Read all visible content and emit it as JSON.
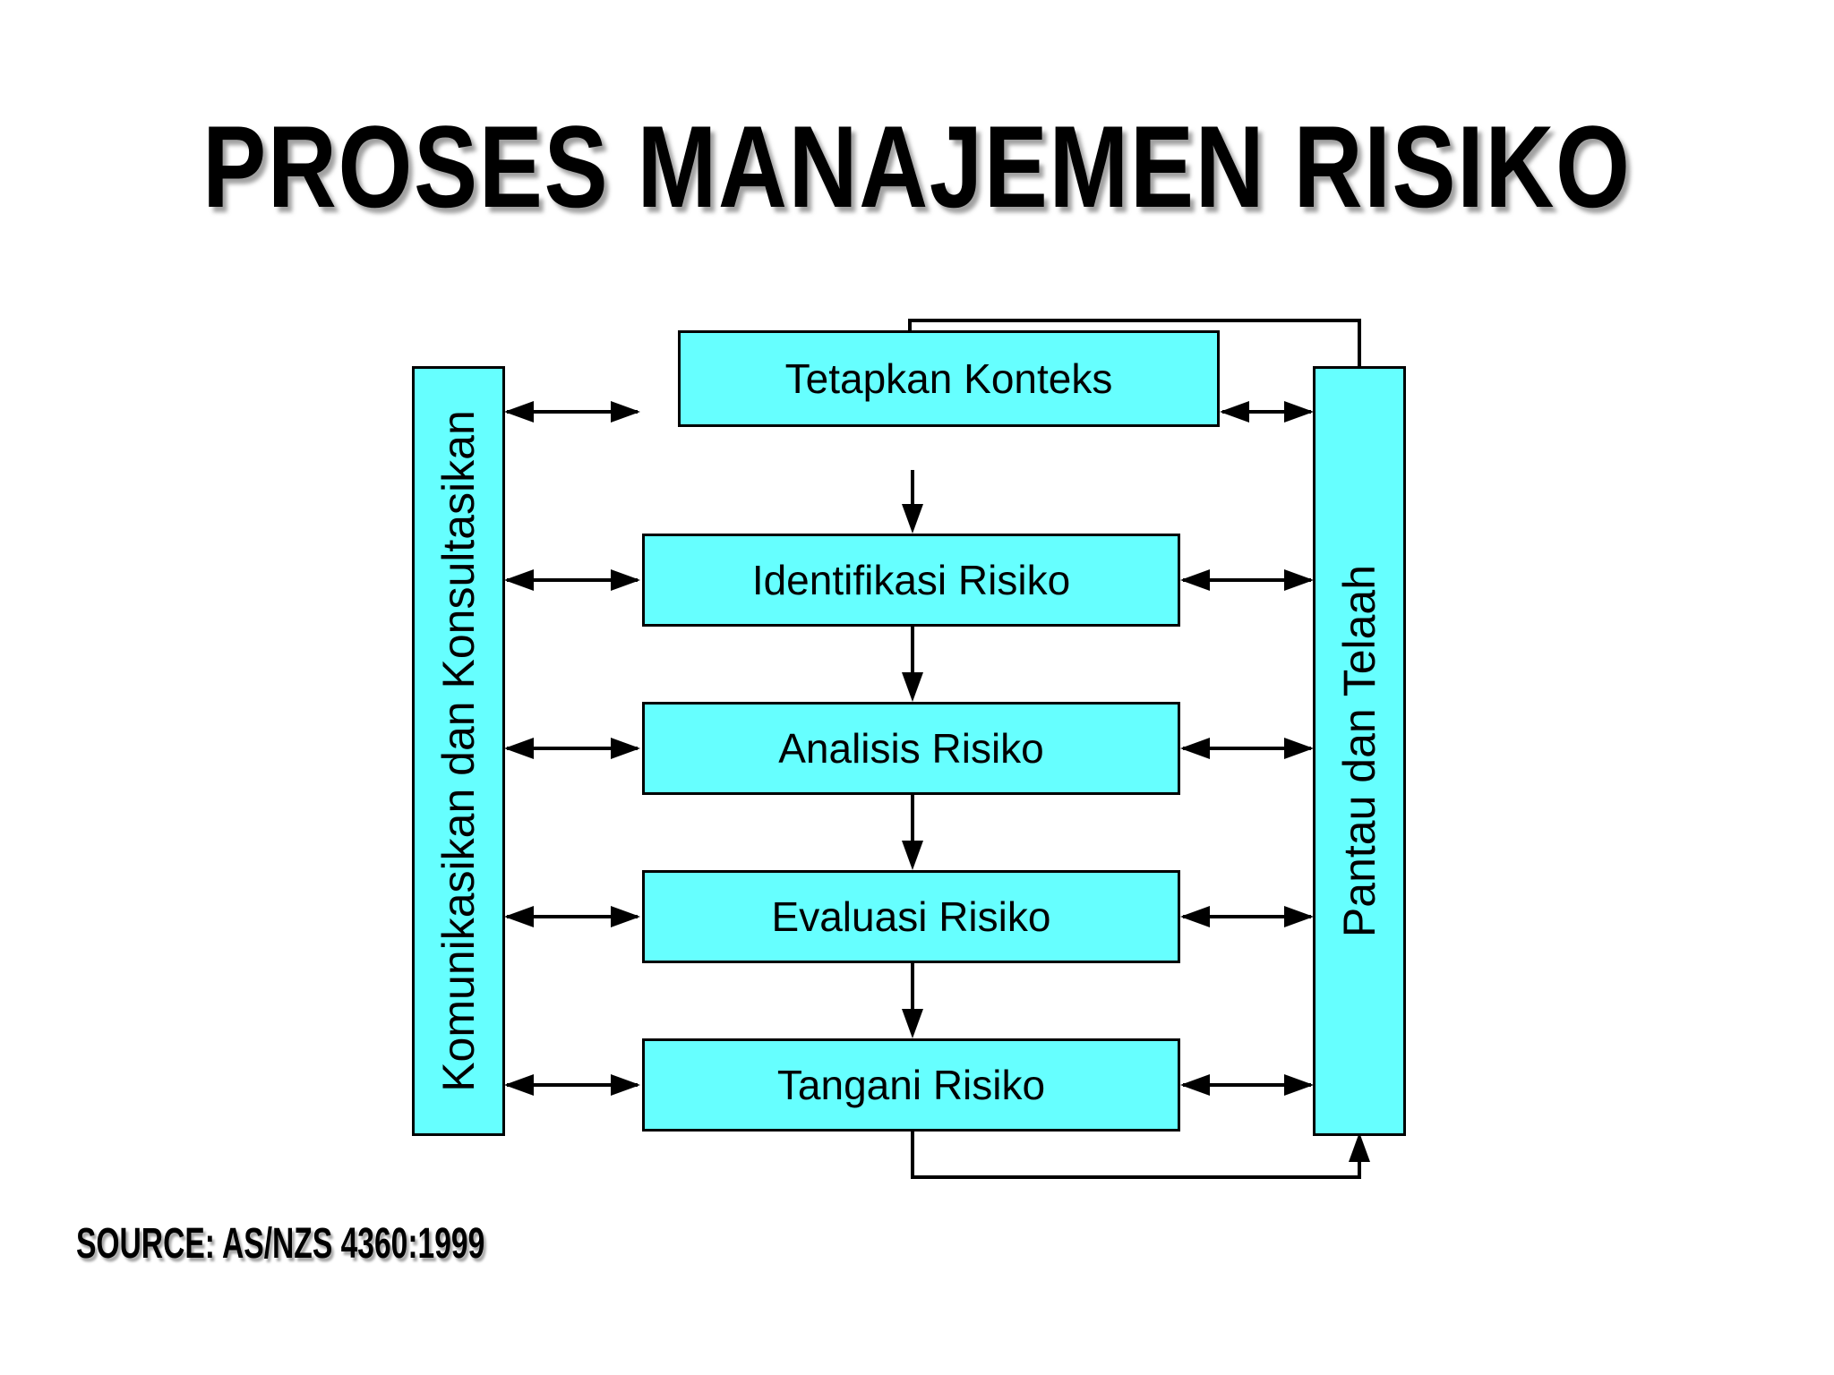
{
  "title": "PROSES MANAJEMEN RISIKO",
  "source": "SOURCE: AS/NZS 4360:1999",
  "left_column": {
    "label": "Komunikasikan dan Konsultasikan"
  },
  "right_column": {
    "label": "Pantau dan Telaah"
  },
  "process_steps": [
    {
      "label": "Tetapkan Konteks"
    },
    {
      "label": "Identifikasi Risiko"
    },
    {
      "label": "Analisis Risiko"
    },
    {
      "label": "Evaluasi Risiko"
    },
    {
      "label": "Tangani Risiko"
    }
  ],
  "colors": {
    "box_fill": "#66FFFF",
    "line": "#000000",
    "background": "#FFFFFF",
    "text": "#000000"
  }
}
